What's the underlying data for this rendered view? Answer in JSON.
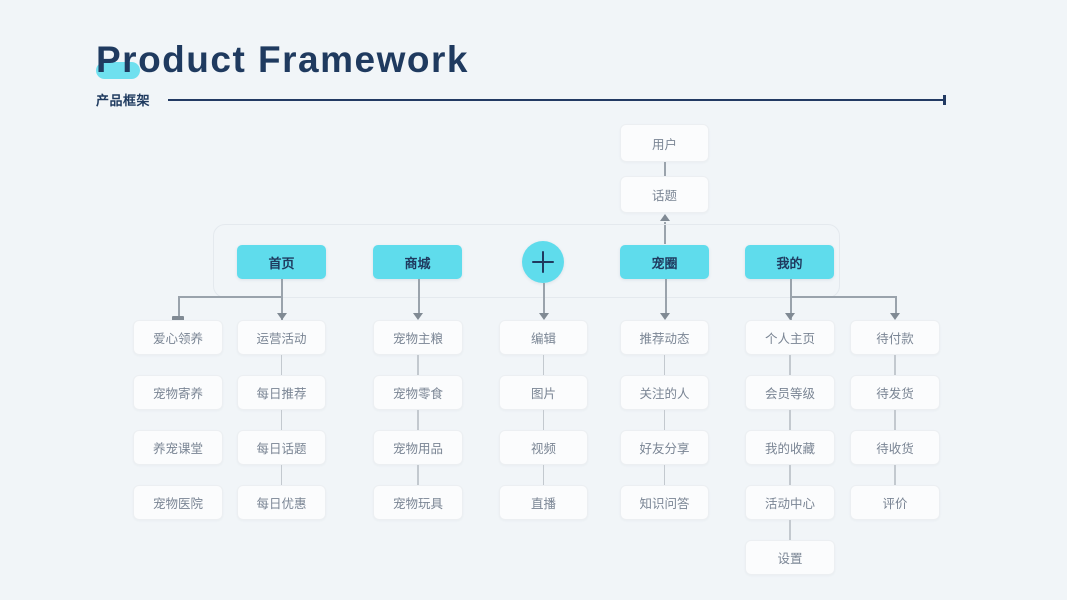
{
  "header": {
    "title": "Product Framework",
    "subtitle": "产品框架"
  },
  "top_nodes": [
    {
      "label": "用户"
    },
    {
      "label": "话题"
    }
  ],
  "nav": [
    {
      "label": "首页",
      "type": "button"
    },
    {
      "label": "商城",
      "type": "button"
    },
    {
      "label": "+",
      "type": "circle",
      "icon": "plus-icon"
    },
    {
      "label": "宠圈",
      "type": "button"
    },
    {
      "label": "我的",
      "type": "button"
    }
  ],
  "columns": [
    {
      "parent": "首页",
      "items": [
        "爱心领养",
        "宠物寄养",
        "养宠课堂",
        "宠物医院"
      ]
    },
    {
      "parent": "首页",
      "items": [
        "运营活动",
        "每日推荐",
        "每日话题",
        "每日优惠"
      ]
    },
    {
      "parent": "商城",
      "items": [
        "宠物主粮",
        "宠物零食",
        "宠物用品",
        "宠物玩具"
      ]
    },
    {
      "parent": "+",
      "items": [
        "编辑",
        "图片",
        "视频",
        "直播"
      ]
    },
    {
      "parent": "宠圈",
      "items": [
        "推荐动态",
        "关注的人",
        "好友分享",
        "知识问答"
      ]
    },
    {
      "parent": "我的",
      "items": [
        "个人主页",
        "会员等级",
        "我的收藏",
        "活动中心",
        "设置"
      ]
    },
    {
      "parent": "我的",
      "items": [
        "待付款",
        "待发货",
        "待收货",
        "评价"
      ]
    }
  ],
  "colors": {
    "background": "#f1f5f8",
    "accent": "#5fdcec",
    "ink": "#1f3a5f",
    "node_text": "#7a8594",
    "connector": "#9aa3ac"
  }
}
